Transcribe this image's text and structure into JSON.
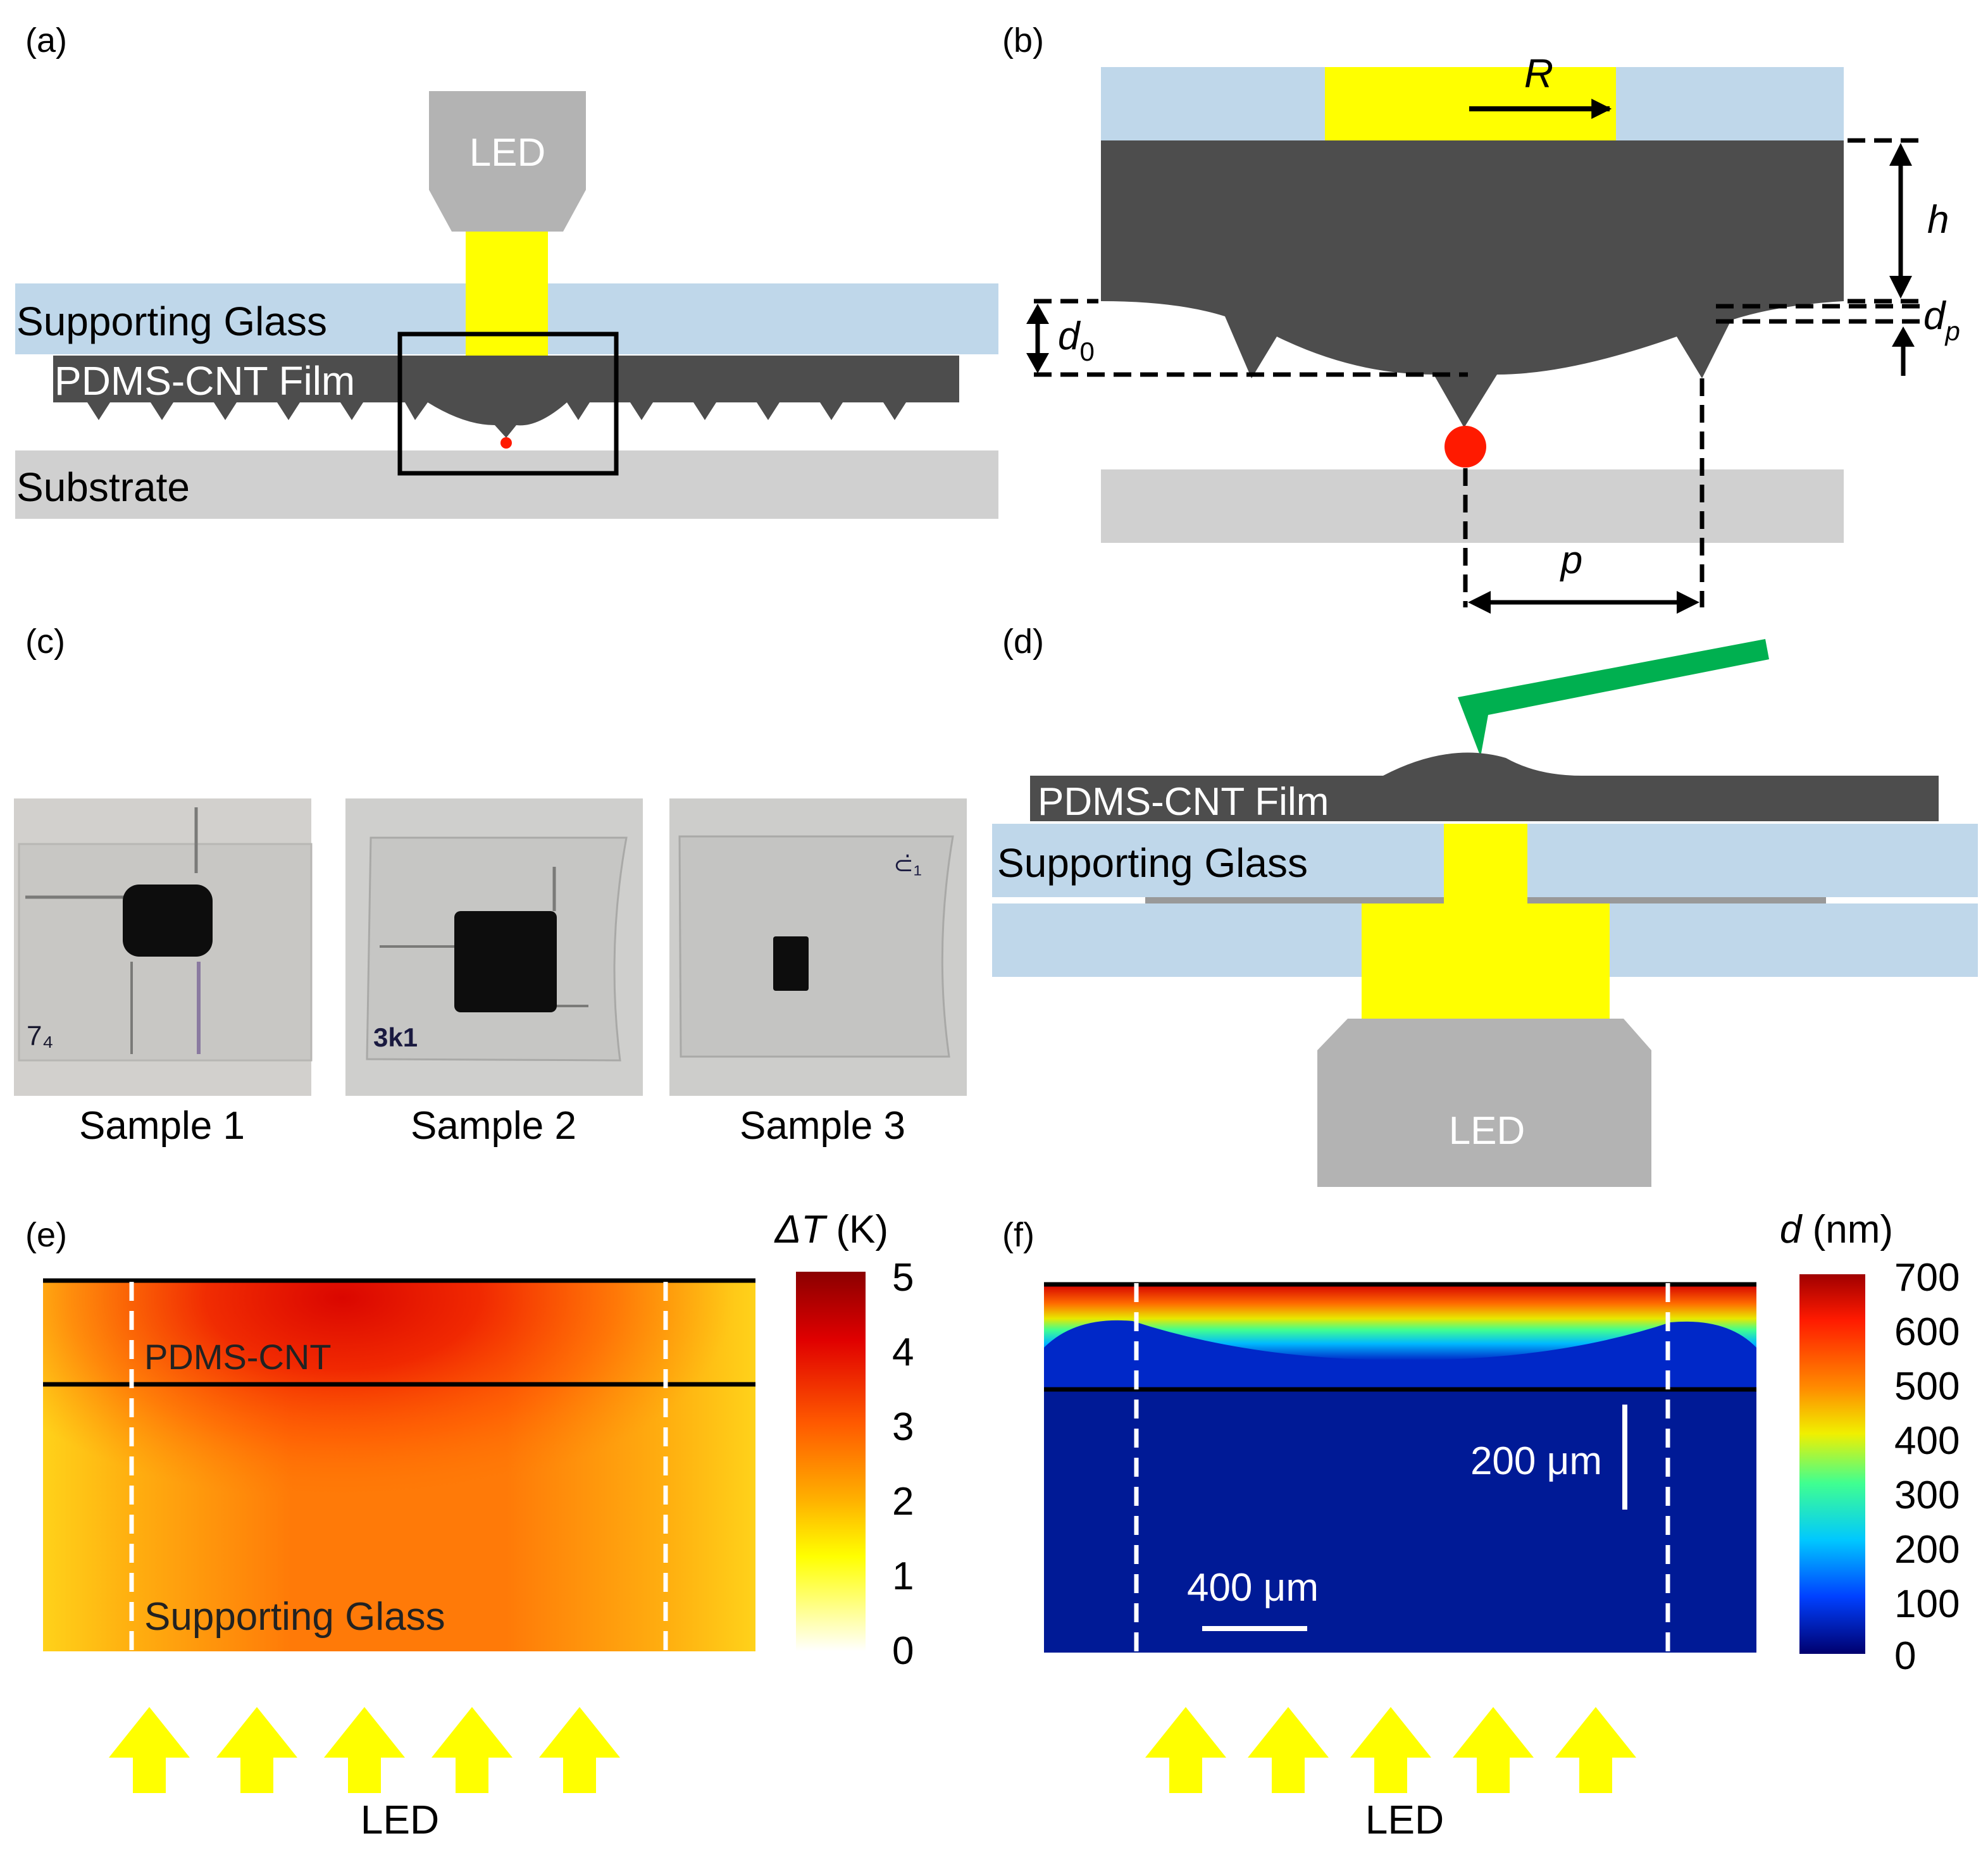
{
  "panels": {
    "a": {
      "label": "(a)",
      "led": "LED",
      "glass": "Supporting Glass",
      "film": "PDMS-CNT Film",
      "substrate": "Substrate"
    },
    "b": {
      "label": "(b)",
      "R": "R",
      "h": "h",
      "d0": "d",
      "d0_sub": "0",
      "dp": "d",
      "dp_sub": "p",
      "p": "p"
    },
    "c": {
      "label": "(c)",
      "samples": [
        "Sample 1",
        "Sample 2",
        "Sample 3"
      ],
      "handwriting": [
        "7₄",
        "3k1",
        "⊂̇₁"
      ]
    },
    "d": {
      "label": "(d)",
      "film": "PDMS-CNT Film",
      "glass": "Supporting Glass",
      "led": "LED"
    },
    "e": {
      "label": "(e)",
      "region_top": "PDMS-CNT",
      "region_bottom": "Supporting Glass",
      "colorbar_title": "ΔT",
      "colorbar_unit": "(K)",
      "colorbar_ticks": [
        "5",
        "4",
        "3",
        "2",
        "1",
        "0"
      ],
      "led": "LED"
    },
    "f": {
      "label": "(f)",
      "colorbar_title": "d",
      "colorbar_unit": "(nm)",
      "colorbar_ticks": [
        "700",
        "600",
        "500",
        "400",
        "300",
        "200",
        "100",
        "0"
      ],
      "scale_vertical": "200 μm",
      "scale_horizontal": "400 μm",
      "led": "LED"
    }
  },
  "colors": {
    "glass": "#bfd7ea",
    "film": "#4d4d4d",
    "substrate": "#d0d0d0",
    "led_body": "#b3b3b3",
    "light": "#ffff00",
    "contact_point": "#ff1a00",
    "cantilever": "#00b050",
    "arrows": "#ffff00"
  }
}
